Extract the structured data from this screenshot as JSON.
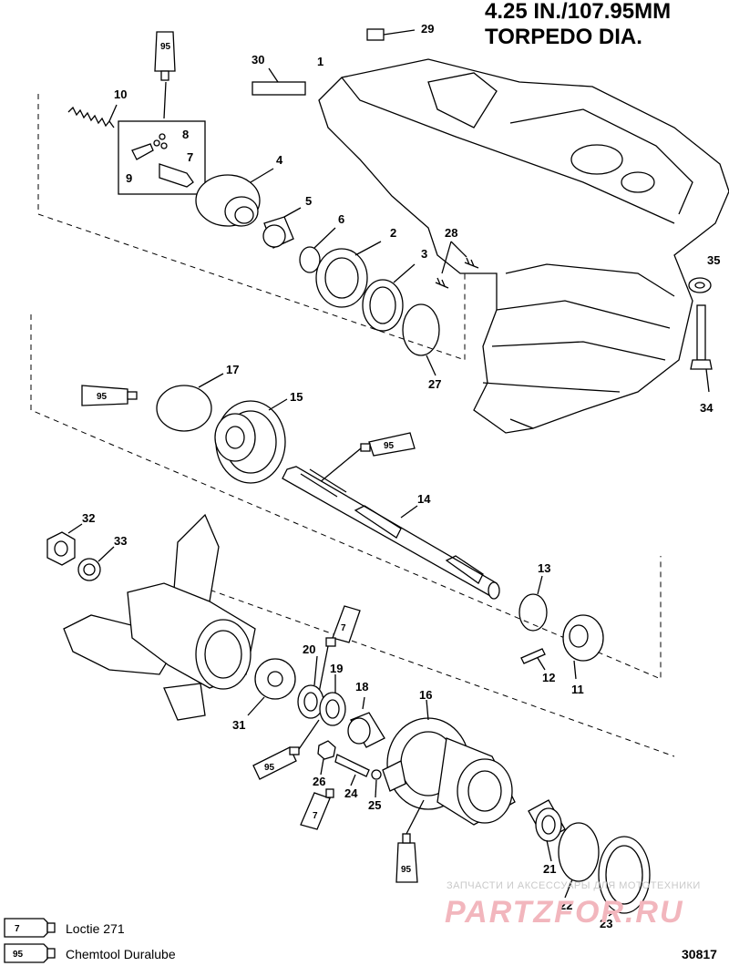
{
  "title": {
    "line1": "4.25 IN./107.95MM",
    "line2": "TORPEDO DIA."
  },
  "callouts": [
    "1",
    "2",
    "3",
    "4",
    "5",
    "6",
    "7",
    "8",
    "9",
    "10",
    "11",
    "12",
    "13",
    "14",
    "15",
    "16",
    "17",
    "18",
    "19",
    "20",
    "21",
    "22",
    "23",
    "24",
    "25",
    "26",
    "27",
    "28",
    "29",
    "30",
    "31",
    "32",
    "33",
    "34",
    "35"
  ],
  "tube_labels": {
    "duralube": "95",
    "loctite": "7"
  },
  "legend": [
    {
      "tube": "7",
      "label": "Loctie 271"
    },
    {
      "tube": "95",
      "label": "Chemtool Duralube"
    }
  ],
  "figure_number": "30817",
  "watermark": {
    "top": "ЗАПЧАСТИ И АКСЕССУАРЫ ДЛЯ МОТОТЕХНИКИ",
    "logo": "PARTZFOR.RU"
  }
}
